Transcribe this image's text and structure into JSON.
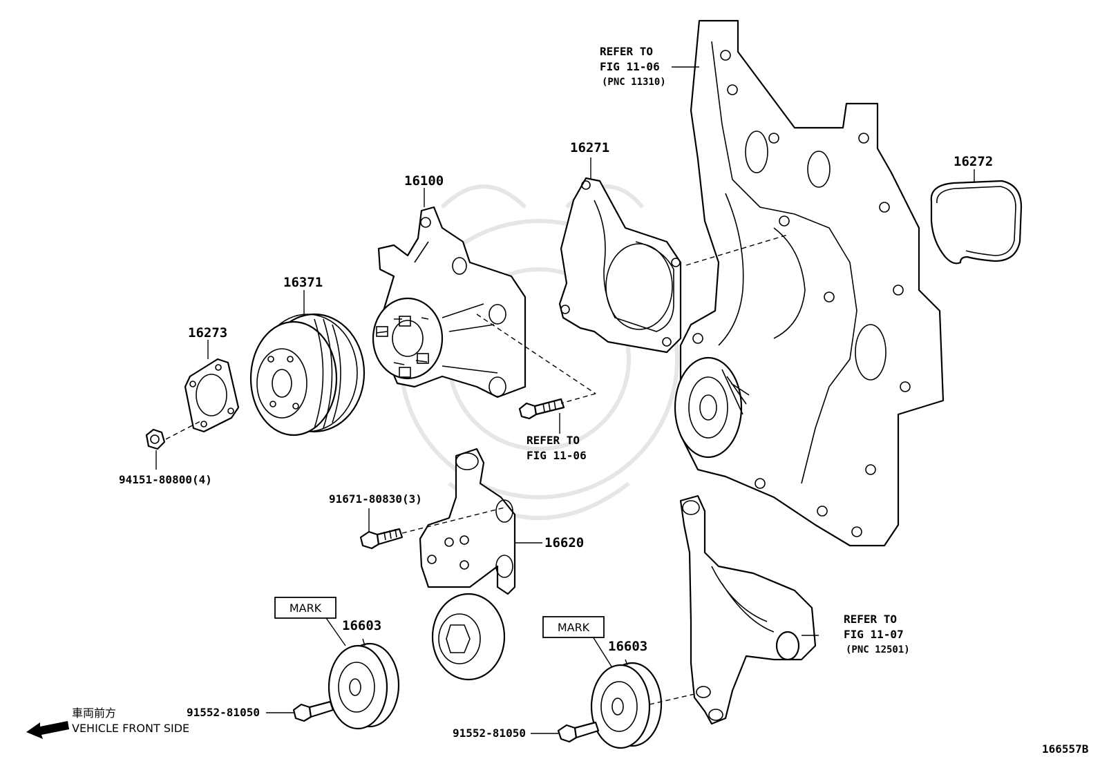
{
  "labels": {
    "refer_top": [
      "REFER TO",
      "FIG 11-06",
      "(PNC 11310)"
    ],
    "p16271": "16271",
    "p16272": "16272",
    "p16100": "16100",
    "p16371": "16371",
    "p16273": "16273",
    "bolt_94151": "94151-80800(4)",
    "refer_mid": [
      "REFER TO",
      "FIG 11-06"
    ],
    "bolt_91671": "91671-80830(3)",
    "p16620": "16620",
    "mark_left": "MARK",
    "p16603_left": "16603",
    "mark_right": "MARK",
    "p16603_right": "16603",
    "refer_right": [
      "REFER TO",
      "FIG 11-07",
      "(PNC 12501)"
    ],
    "bolt_91552_left": "91552-81050",
    "bolt_91552_right": "91552-81050",
    "vehicle_front_jp": "車両前方",
    "vehicle_front_en": "VEHICLE FRONT SIDE",
    "diagram_id": "166557B"
  }
}
